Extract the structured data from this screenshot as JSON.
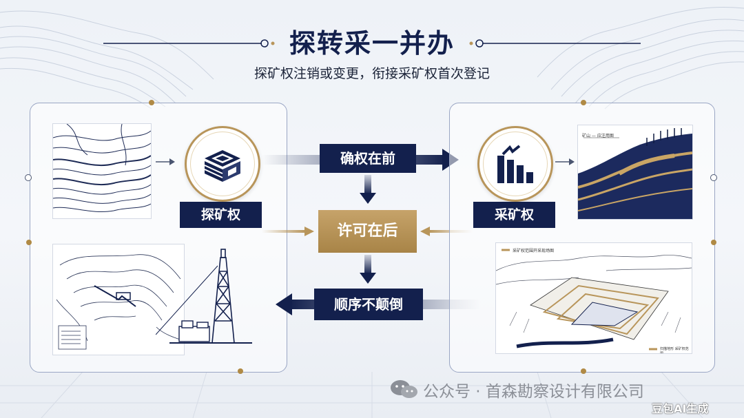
{
  "header": {
    "title": "探转采一并办",
    "subtitle": "探矿权注销或变更，衔接采矿权首次登记"
  },
  "left_panel": {
    "label": "探矿权",
    "icon": "exploration-cube-icon"
  },
  "right_panel": {
    "label": "采矿权",
    "icon": "mining-bars-icon"
  },
  "flow": {
    "step1": "确权在前",
    "step2": "许可在后",
    "step3": "顺序不颠倒"
  },
  "sketches": {
    "right_top_caption": "矿山 — 应注用图",
    "right_bottom_caption": "采矿权范围开采现场图",
    "right_bottom_footer": "扫描地形 采矿权范围"
  },
  "watermark": {
    "text": "公众号 · 首森勘察设计有限公司",
    "brand": "豆包AI生成"
  },
  "colors": {
    "navy": "#13204d",
    "gold": "#b8955a"
  }
}
